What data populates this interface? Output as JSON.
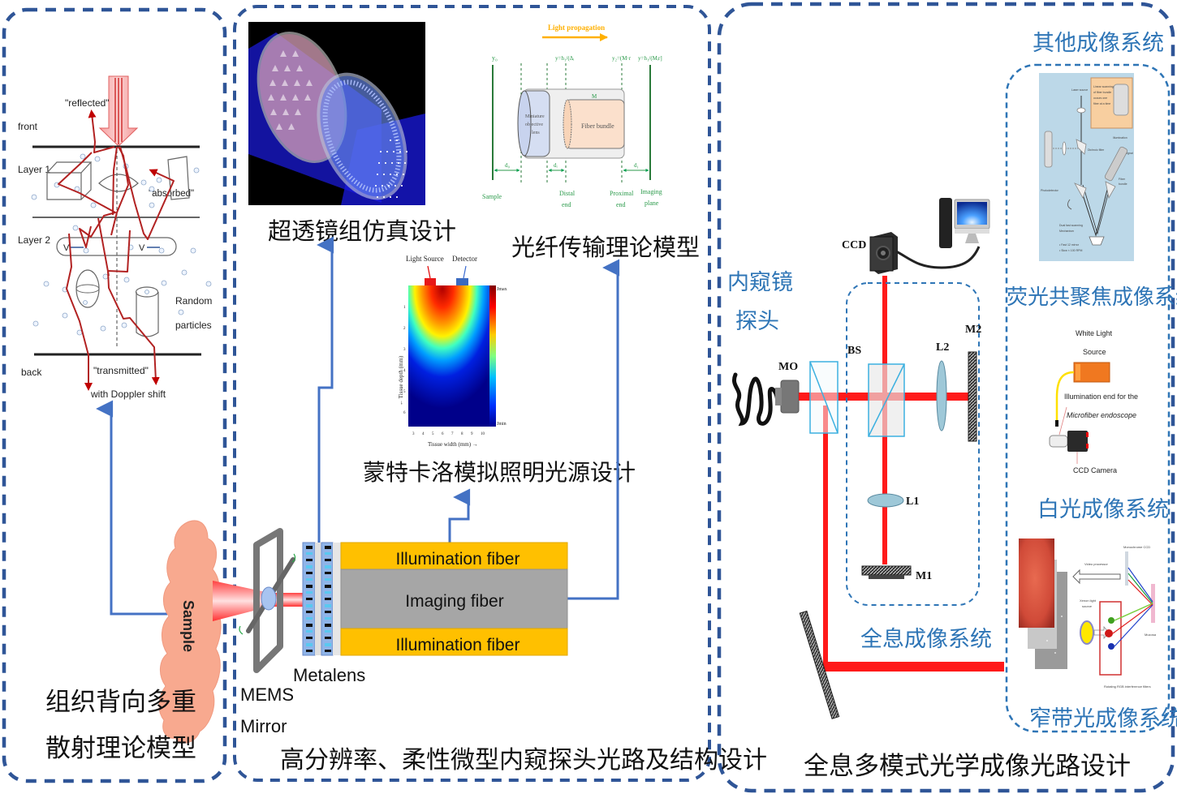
{
  "colors": {
    "panel_border": "#2f5597",
    "connector": "#4472c4",
    "inner_dash": "#2e75b6",
    "laser": "#ff1a1a",
    "sample": "#f8a98f",
    "illumination_fiber": "#ffc000",
    "imaging_fiber": "#a6a6a6",
    "diagram_green": "#00a050",
    "caption_blue": "#2e75b6"
  },
  "panel_tissue": {
    "title_line1": "组织背向多重",
    "title_line2": "散射理论模型",
    "scattering": {
      "front": "front",
      "layer1": "Layer 1",
      "layer2": "Layer 2",
      "back": "back",
      "reflected": "\"reflected\"",
      "absorbed": "\"absorbed\"",
      "transmitted": "\"transmitted\"",
      "doppler": "with Doppler shift",
      "random1": "Random",
      "random2": "particles",
      "velocity": "V"
    },
    "sample_label": "Sample"
  },
  "panel_probe": {
    "title": "高分辨率、柔性微型内窥探头光路及结构设计",
    "metalens_sim_caption": "超透镜组仿真设计",
    "fiber_model_caption": "光纤传输理论模型",
    "monte_carlo_caption": "蒙特卡洛模拟照明光源设计",
    "fiber_model": {
      "light_propagation": "Light propagation",
      "lens_line1": "Miniature",
      "lens_line2": "objective",
      "lens_line3": "lens",
      "bundle": "Fiber bundle",
      "sample": "Sample",
      "distal1": "Distal",
      "distal2": "end",
      "proximal1": "Proximal",
      "proximal2": "end",
      "imaging1": "Imaging",
      "imaging2": "plane",
      "y0": "y₀",
      "y1": "y=h₁/(Δᵢ",
      "y2": "y₂=(M·r",
      "y3": "y=h₁/(Mᵢr]",
      "d0": "d₀",
      "di": "dᵢ",
      "d1": "d₁",
      "m": "M"
    },
    "monte_carlo": {
      "light_source": "Light Source",
      "detector": "Detector",
      "xlabel": "Tissue width (mm) →",
      "ylabel": "← Tissue depth (mm)",
      "cmax": "Jmax",
      "cmin": "Jmin",
      "xticks": [
        "3",
        "4",
        "5",
        "6",
        "7",
        "8",
        "9",
        "10"
      ],
      "yticks": [
        "1",
        "2",
        "3",
        "4",
        "5",
        "6"
      ]
    },
    "mems_line1": "MEMS",
    "mems_line2": "Mirror",
    "metalens": "Metalens",
    "illumination_fiber_top": "Illumination fiber",
    "imaging_fiber": "Imaging fiber",
    "illumination_fiber_bottom": "Illumination fiber"
  },
  "panel_holo": {
    "title": "全息多模式光学成像光路设计",
    "endoscope_probe_line1": "内窥镜",
    "endoscope_probe_line2": "探头",
    "mo": "MO",
    "bs": "BS",
    "ccd": "CCD",
    "l1": "L1",
    "l2": "L2",
    "m1": "M1",
    "m2": "M2",
    "holo_system": "全息成像系统",
    "other_systems": "其他成像系统",
    "confocal": {
      "caption": "荧光共聚焦成像系统",
      "laser_source": "Laser source",
      "inset_line1": "Linear scanning",
      "inset_line2": "of fiber bundle",
      "inset_line3": "occurs one",
      "inset_line4": "fiber at a time",
      "dichroic": "Dichroic filter",
      "illumination": "Illumination",
      "signal": "Signal",
      "fiber_bundle1": "Fiber",
      "fiber_bundle2": "bundle",
      "photodetector": "Photodetector",
      "scan_line1": "Dual fast scanning",
      "scan_line2": "Mechanism",
      "scan_line3": "• Fast 12 mirror",
      "scan_line4": "• Slow × 100 RPM"
    },
    "white_light": {
      "caption": "白光成像系统",
      "source_line1": "White Light",
      "source_line2": "Source",
      "illum_line1": "Illumination end for the",
      "illum_line2": "Microfiber endoscope",
      "ccd_camera": "CCD Camera"
    },
    "nbi": {
      "caption": "窄带光成像系统",
      "video_processor": "Video processor",
      "monochrome_ccd": "Monochrome CCD",
      "xenon_line1": "Xenon light",
      "xenon_line2": "source",
      "mucosa": "Mucosa",
      "rgb_filters": "Rotating RGB interference filters"
    }
  }
}
